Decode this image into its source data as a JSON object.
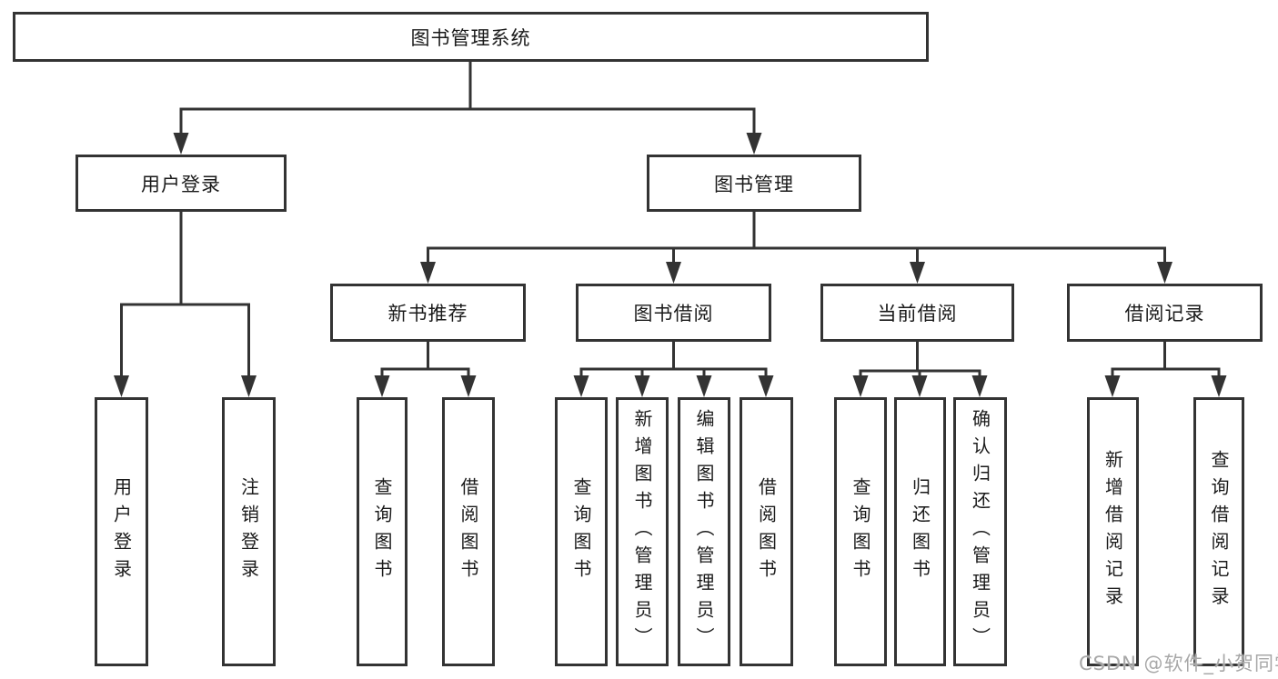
{
  "watermark": "CSDN @软件_小贺同学",
  "colors": {
    "line": "#333333",
    "box_border": "#333333",
    "text": "#1a1a1a",
    "watermark": "#a8a8a8"
  },
  "nodes": {
    "root": "图书管理系统",
    "user_login": "用户登录",
    "book_mgmt": "图书管理",
    "new_book_rec": "新书推荐",
    "book_borrow": "图书借阅",
    "current_borrow": "当前借阅",
    "borrow_record": "借阅记录",
    "leaf_user_login": "用户登录",
    "leaf_logout": "注销登录",
    "leaf_nbr_query": "查询图书",
    "leaf_nbr_borrow": "借阅图书",
    "leaf_bb_query": "查询图书",
    "leaf_bb_add": "新增图书（管理员）",
    "leaf_bb_edit": "编辑图书（管理员）",
    "leaf_bb_borrow": "借阅图书",
    "leaf_cb_query": "查询图书",
    "leaf_cb_return": "归还图书",
    "leaf_cb_confirm": "确认归还（管理员）",
    "leaf_br_add": "新增借阅记录",
    "leaf_br_query": "查询借阅记录"
  }
}
